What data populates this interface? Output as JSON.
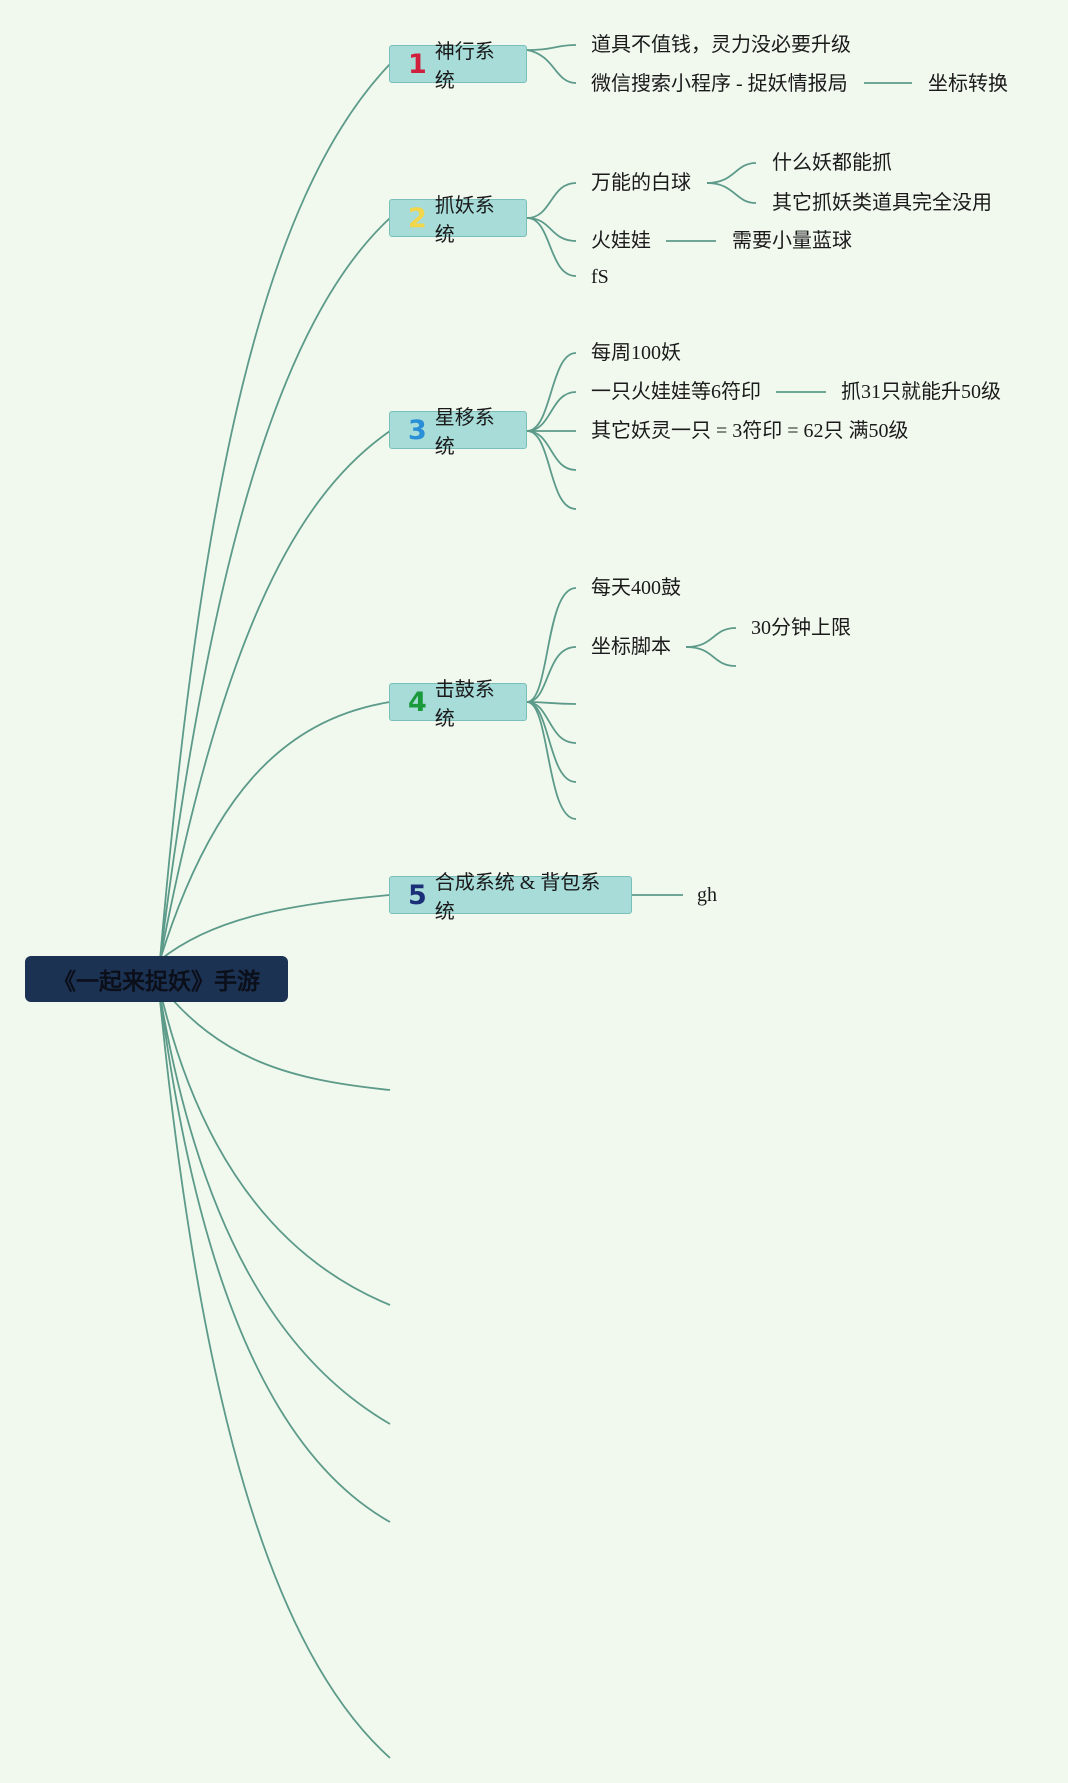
{
  "root": {
    "label": "《一起来捉妖》手游"
  },
  "colors": {
    "background": "#f1f9ef",
    "line": "#5c9a89",
    "root_fill": "#1c3252",
    "topic_fill": "#a7dcd9",
    "num_colors": [
      "#d01f3c",
      "#f2d64b",
      "#2a8fd6",
      "#1a9a3a",
      "#1b2f78"
    ]
  },
  "topics": [
    {
      "num": "1",
      "label": "神行系统",
      "children": [
        {
          "label": "道具不值钱，灵力没必要升级"
        },
        {
          "label": "微信搜索小程序 - 捉妖情报局",
          "children": [
            {
              "label": "坐标转换"
            }
          ]
        }
      ]
    },
    {
      "num": "2",
      "label": "抓妖系统",
      "children": [
        {
          "label": "万能的白球",
          "children": [
            {
              "label": "什么妖都能抓"
            },
            {
              "label": "其它抓妖类道具完全没用"
            }
          ]
        },
        {
          "label": "火娃娃",
          "children": [
            {
              "label": "需要小量蓝球"
            }
          ]
        },
        {
          "label": "fS"
        }
      ]
    },
    {
      "num": "3",
      "label": "星移系统",
      "children": [
        {
          "label": "每周100妖"
        },
        {
          "label": "一只火娃娃等6符印",
          "children": [
            {
              "label": "抓31只就能升50级"
            }
          ]
        },
        {
          "label": "其它妖灵一只 = 3符印 = 62只 满50级"
        },
        {
          "label": ""
        },
        {
          "label": ""
        }
      ]
    },
    {
      "num": "4",
      "label": "击鼓系统",
      "children": [
        {
          "label": "每天400鼓"
        },
        {
          "label": "坐标脚本",
          "children": [
            {
              "label": "30分钟上限"
            },
            {
              "label": ""
            }
          ]
        },
        {
          "label": ""
        },
        {
          "label": ""
        },
        {
          "label": ""
        },
        {
          "label": ""
        },
        {
          "label": ""
        }
      ]
    },
    {
      "num": "5",
      "label": "合成系统 & 背包系统",
      "children": [
        {
          "label": "gh"
        }
      ]
    }
  ],
  "empty_branches": 5
}
